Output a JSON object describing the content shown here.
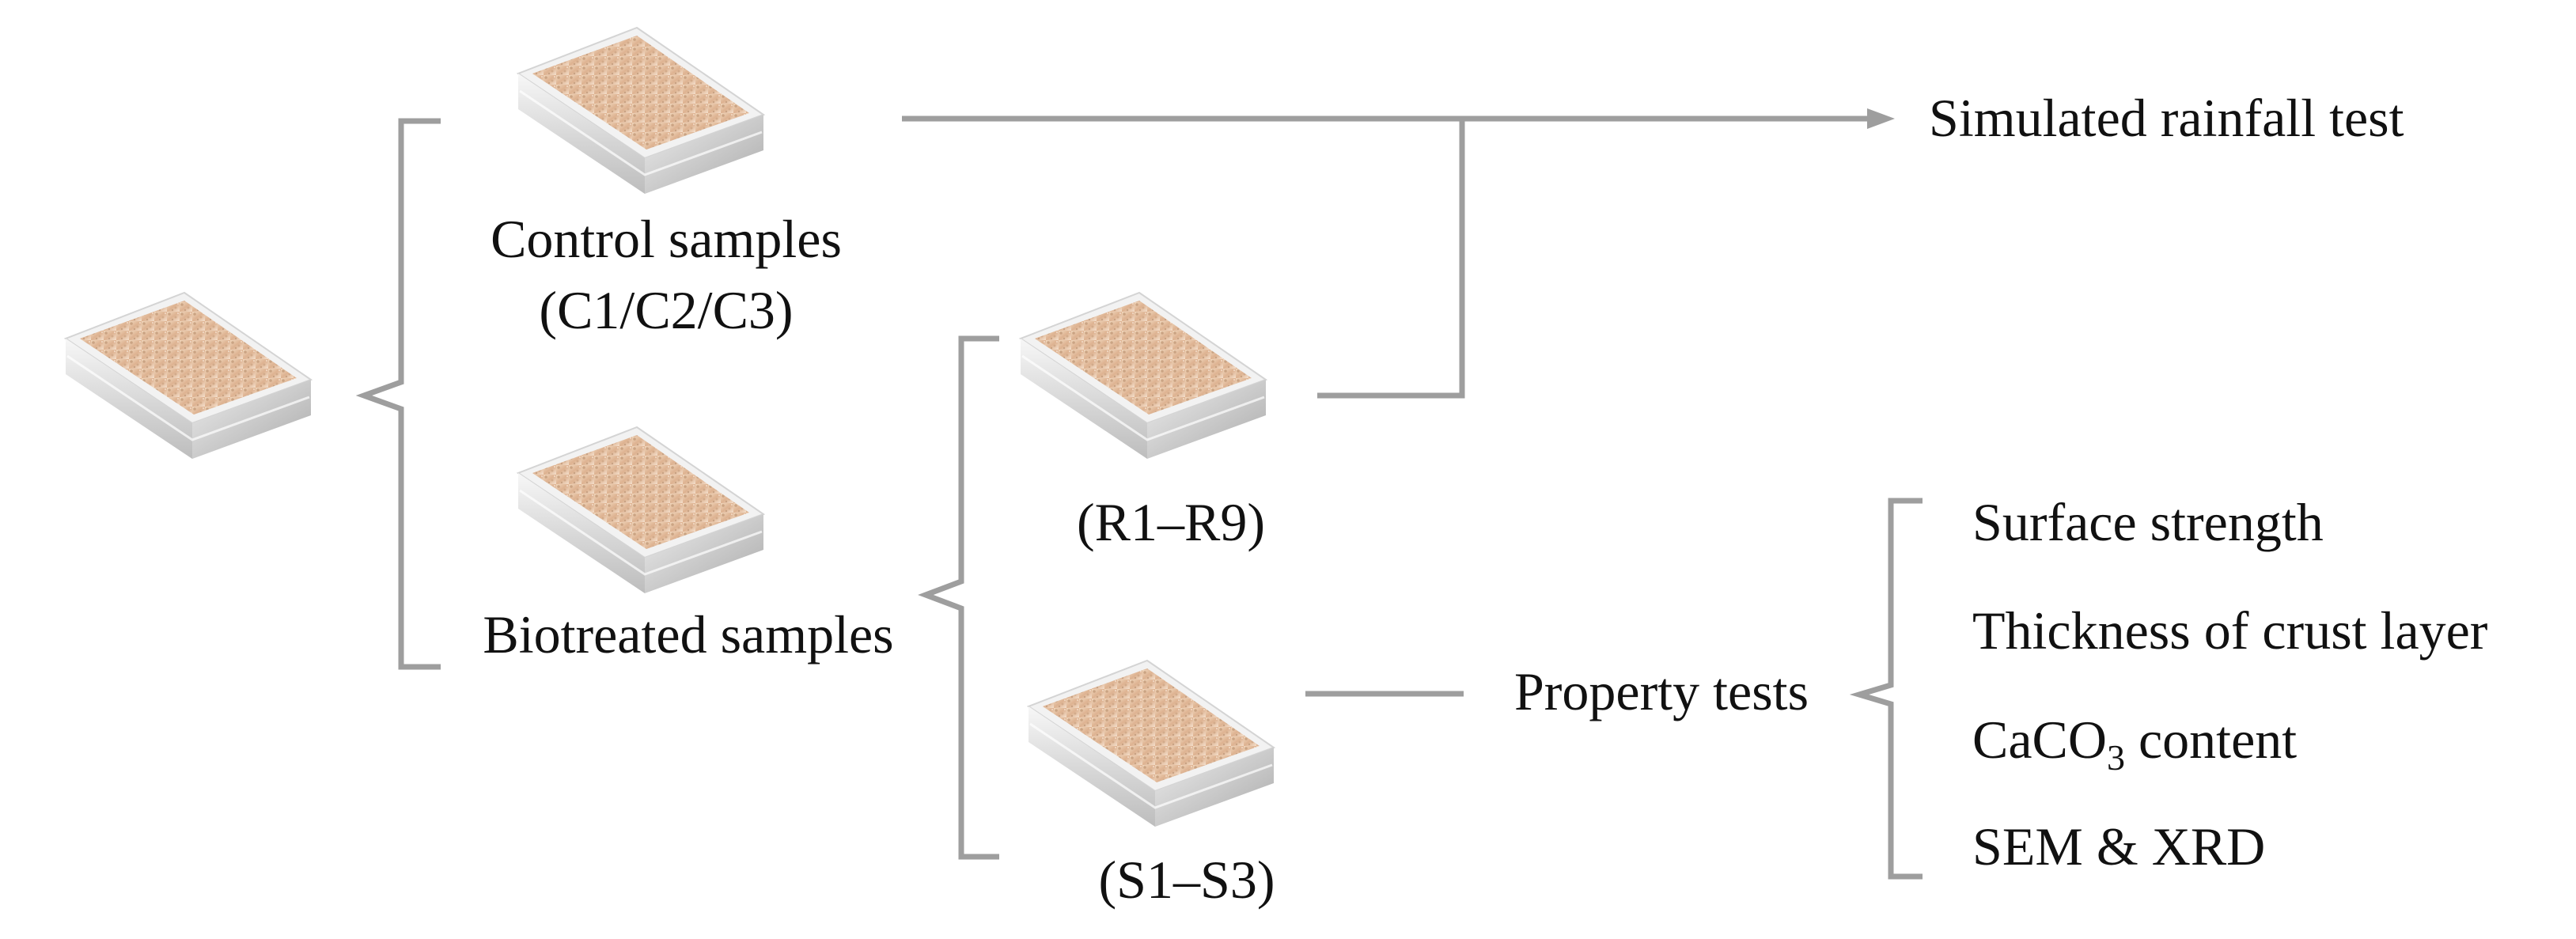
{
  "colors": {
    "connector": "#9e9e9e",
    "text": "#111111",
    "soil_light": "#e7bf98",
    "soil_dark": "#b98a62",
    "tray_glass": "#e6e6e6"
  },
  "icons": {
    "sample_tray": "soil-sample-tray-icon"
  },
  "labels": {
    "control_line1": "Control samples",
    "control_line2": "(C1/C2/C3)",
    "biotreated": "Biotreated samples",
    "rainfall_group": "(R1–R9)",
    "property_group": "(S1–S3)",
    "simulated_rainfall": "Simulated rainfall test",
    "property_tests": "Property tests"
  },
  "property_items": [
    {
      "text": "Surface strength"
    },
    {
      "text": "Thickness of crust layer"
    },
    {
      "text_main": "CaCO",
      "text_sub": "3",
      "text_tail": " content"
    },
    {
      "text": "SEM & XRD"
    }
  ]
}
